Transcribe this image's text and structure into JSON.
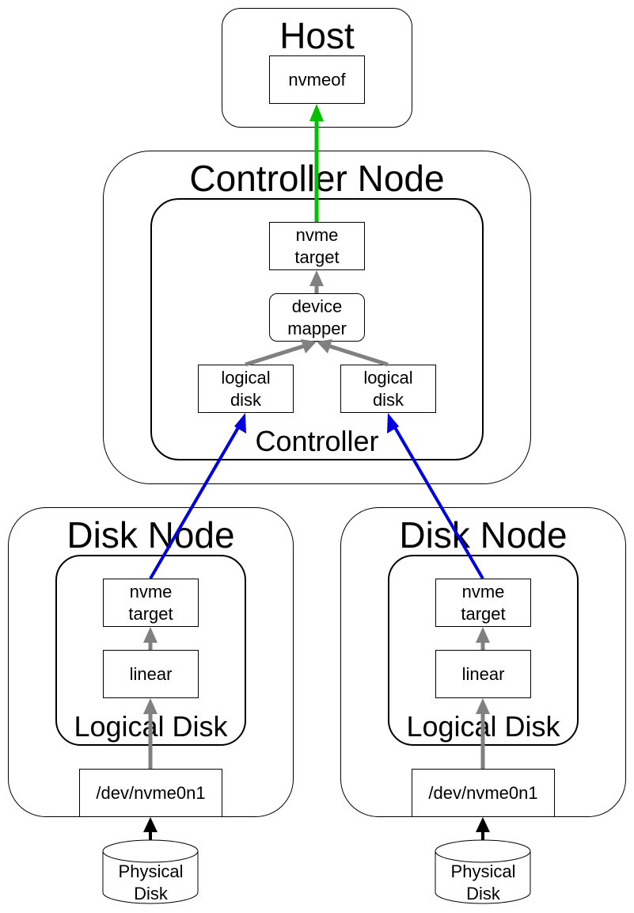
{
  "host": {
    "title": "Host",
    "client": "nvmeof"
  },
  "controller_node": {
    "title": "Controller Node",
    "controller": {
      "title": "Controller",
      "nvme_target": [
        "nvme",
        "target"
      ],
      "device_mapper": [
        "device",
        "mapper"
      ],
      "logical_disk_left": [
        "logical",
        "disk"
      ],
      "logical_disk_right": [
        "logical",
        "disk"
      ]
    }
  },
  "disk_nodes": [
    {
      "title": "Disk Node",
      "logical_disk": {
        "title": "Logical Disk",
        "nvme_target": [
          "nvme",
          "target"
        ],
        "linear": "linear"
      },
      "device": "/dev/nvme0n1",
      "physical_disk": [
        "Physical",
        "Disk"
      ]
    },
    {
      "title": "Disk Node",
      "logical_disk": {
        "title": "Logical Disk",
        "nvme_target": [
          "nvme",
          "target"
        ],
        "linear": "linear"
      },
      "device": "/dev/nvme0n1",
      "physical_disk": [
        "Physical",
        "Disk"
      ]
    }
  ],
  "colors": {
    "host_link": "#00c000",
    "disk_link": "#0000e0",
    "internal_link": "#808080",
    "physical_link": "#000000"
  }
}
